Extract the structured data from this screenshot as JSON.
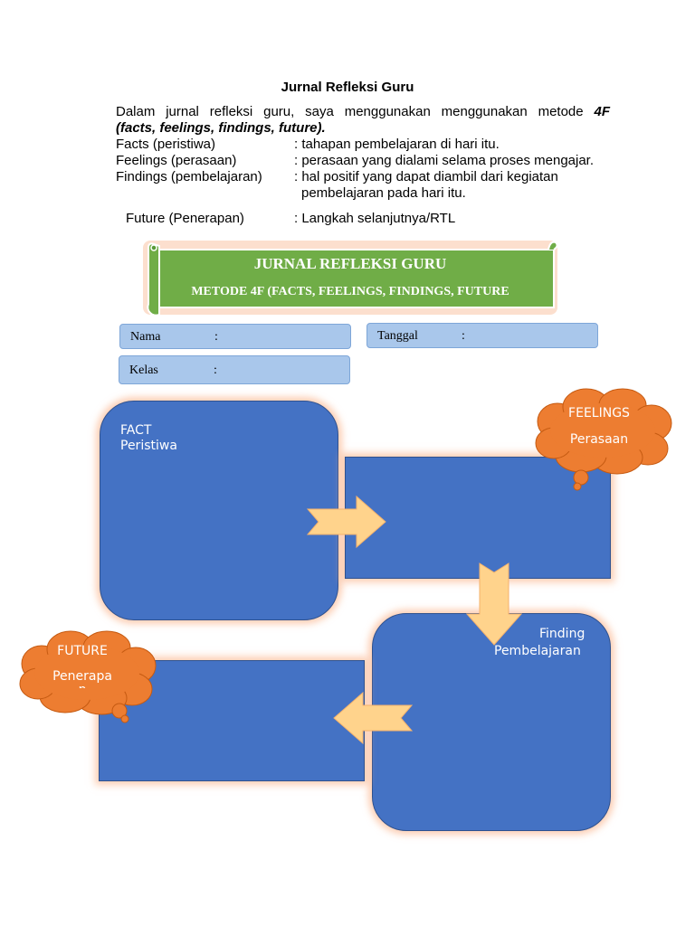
{
  "header": {
    "title": "Jurnal Refleksi Guru",
    "intro_line1": "Dalam jurnal refleksi guru, saya menggunakan menggunakan metode 4F",
    "intro_line2": "(facts, feelings, findings, future)."
  },
  "definitions": [
    {
      "term": "Facts (peristiwa)",
      "desc": ": tahapan pembelajaran di hari itu."
    },
    {
      "term": "Feelings (perasaan)",
      "desc": ": perasaan yang dialami selama proses mengajar."
    },
    {
      "term": "Findings (pembelajaran)",
      "desc": ": hal positif yang dapat diambil dari kegiatan",
      "desc_cont": "pembelajaran pada hari itu."
    },
    {
      "term": "Future (Penerapan)",
      "desc": ": Langkah selanjutnya/RTL"
    }
  ],
  "banner": {
    "title": "JURNAL REFLEKSI GURU",
    "subtitle": "METODE 4F (FACTS, FEELINGS, FINDINGS, FUTURE"
  },
  "form": {
    "nama_label": "Nama",
    "tanggal_label": "Tanggal",
    "kelas_label": "Kelas",
    "colon": ":"
  },
  "diagram": {
    "fact_title": "FACT",
    "fact_sub": "Peristiwa",
    "feelings_title": "FEELINGS",
    "feelings_sub": "Perasaan",
    "finding_title": "Finding",
    "finding_sub": "Pembelajaran",
    "future_title": "FUTURE",
    "future_sub": "Penerapa",
    "future_sub_cont": "n"
  },
  "colors": {
    "banner_green": "#70ad47",
    "box_blue": "#4472c4",
    "cloud_orange": "#ed7d31",
    "arrow_fill": "#ffd38c",
    "field_fill": "#a9c7eb"
  }
}
